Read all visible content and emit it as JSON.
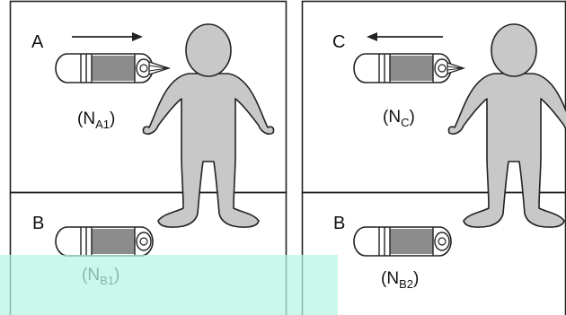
{
  "panels": {
    "a": {
      "letter": "A",
      "count": {
        "open": "(N",
        "sub": "A1",
        "close": ")"
      }
    },
    "c": {
      "letter": "C",
      "count": {
        "open": "(N",
        "sub": "C",
        "close": ")"
      }
    },
    "b1": {
      "letter": "B",
      "count": {
        "open": "(N",
        "sub": "B1",
        "close": ")"
      }
    },
    "b2": {
      "letter": "B",
      "count": {
        "open": "(N",
        "sub": "B2",
        "close": ")"
      }
    }
  },
  "colors": {
    "frame": "#222222",
    "detector_shade": "#8c8c8c",
    "person_fill": "#c8c8c8",
    "overlay": "#b5f5e4"
  },
  "icons": {
    "detector": "cylindrical-detector-icon",
    "person": "person-silhouette-icon",
    "arrow": "direction-arrow-icon"
  }
}
